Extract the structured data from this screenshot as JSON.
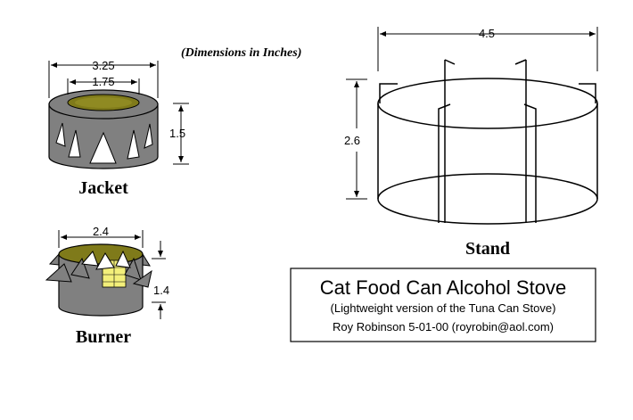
{
  "note": "(Dimensions in Inches)",
  "jacket": {
    "caption": "Jacket",
    "outer_diameter": "3.25",
    "inner_diameter": "1.75",
    "height": "1.5"
  },
  "burner": {
    "caption": "Burner",
    "diameter": "2.4",
    "height": "1.4"
  },
  "stand": {
    "caption": "Stand",
    "width": "4.5",
    "height": "2.6"
  },
  "title_box": {
    "title": "Cat Food Can Alcohol Stove",
    "subtitle": "(Lightweight version of the Tuna Can Stove)",
    "author": "Roy Robinson  5-01-00  (royrobin@aol.com)"
  },
  "colors": {
    "can_gray": "#808080",
    "olive": "#7f7a1a",
    "olive_inner": "#8f8a22",
    "yellow_wick": "#f3ef7a"
  }
}
